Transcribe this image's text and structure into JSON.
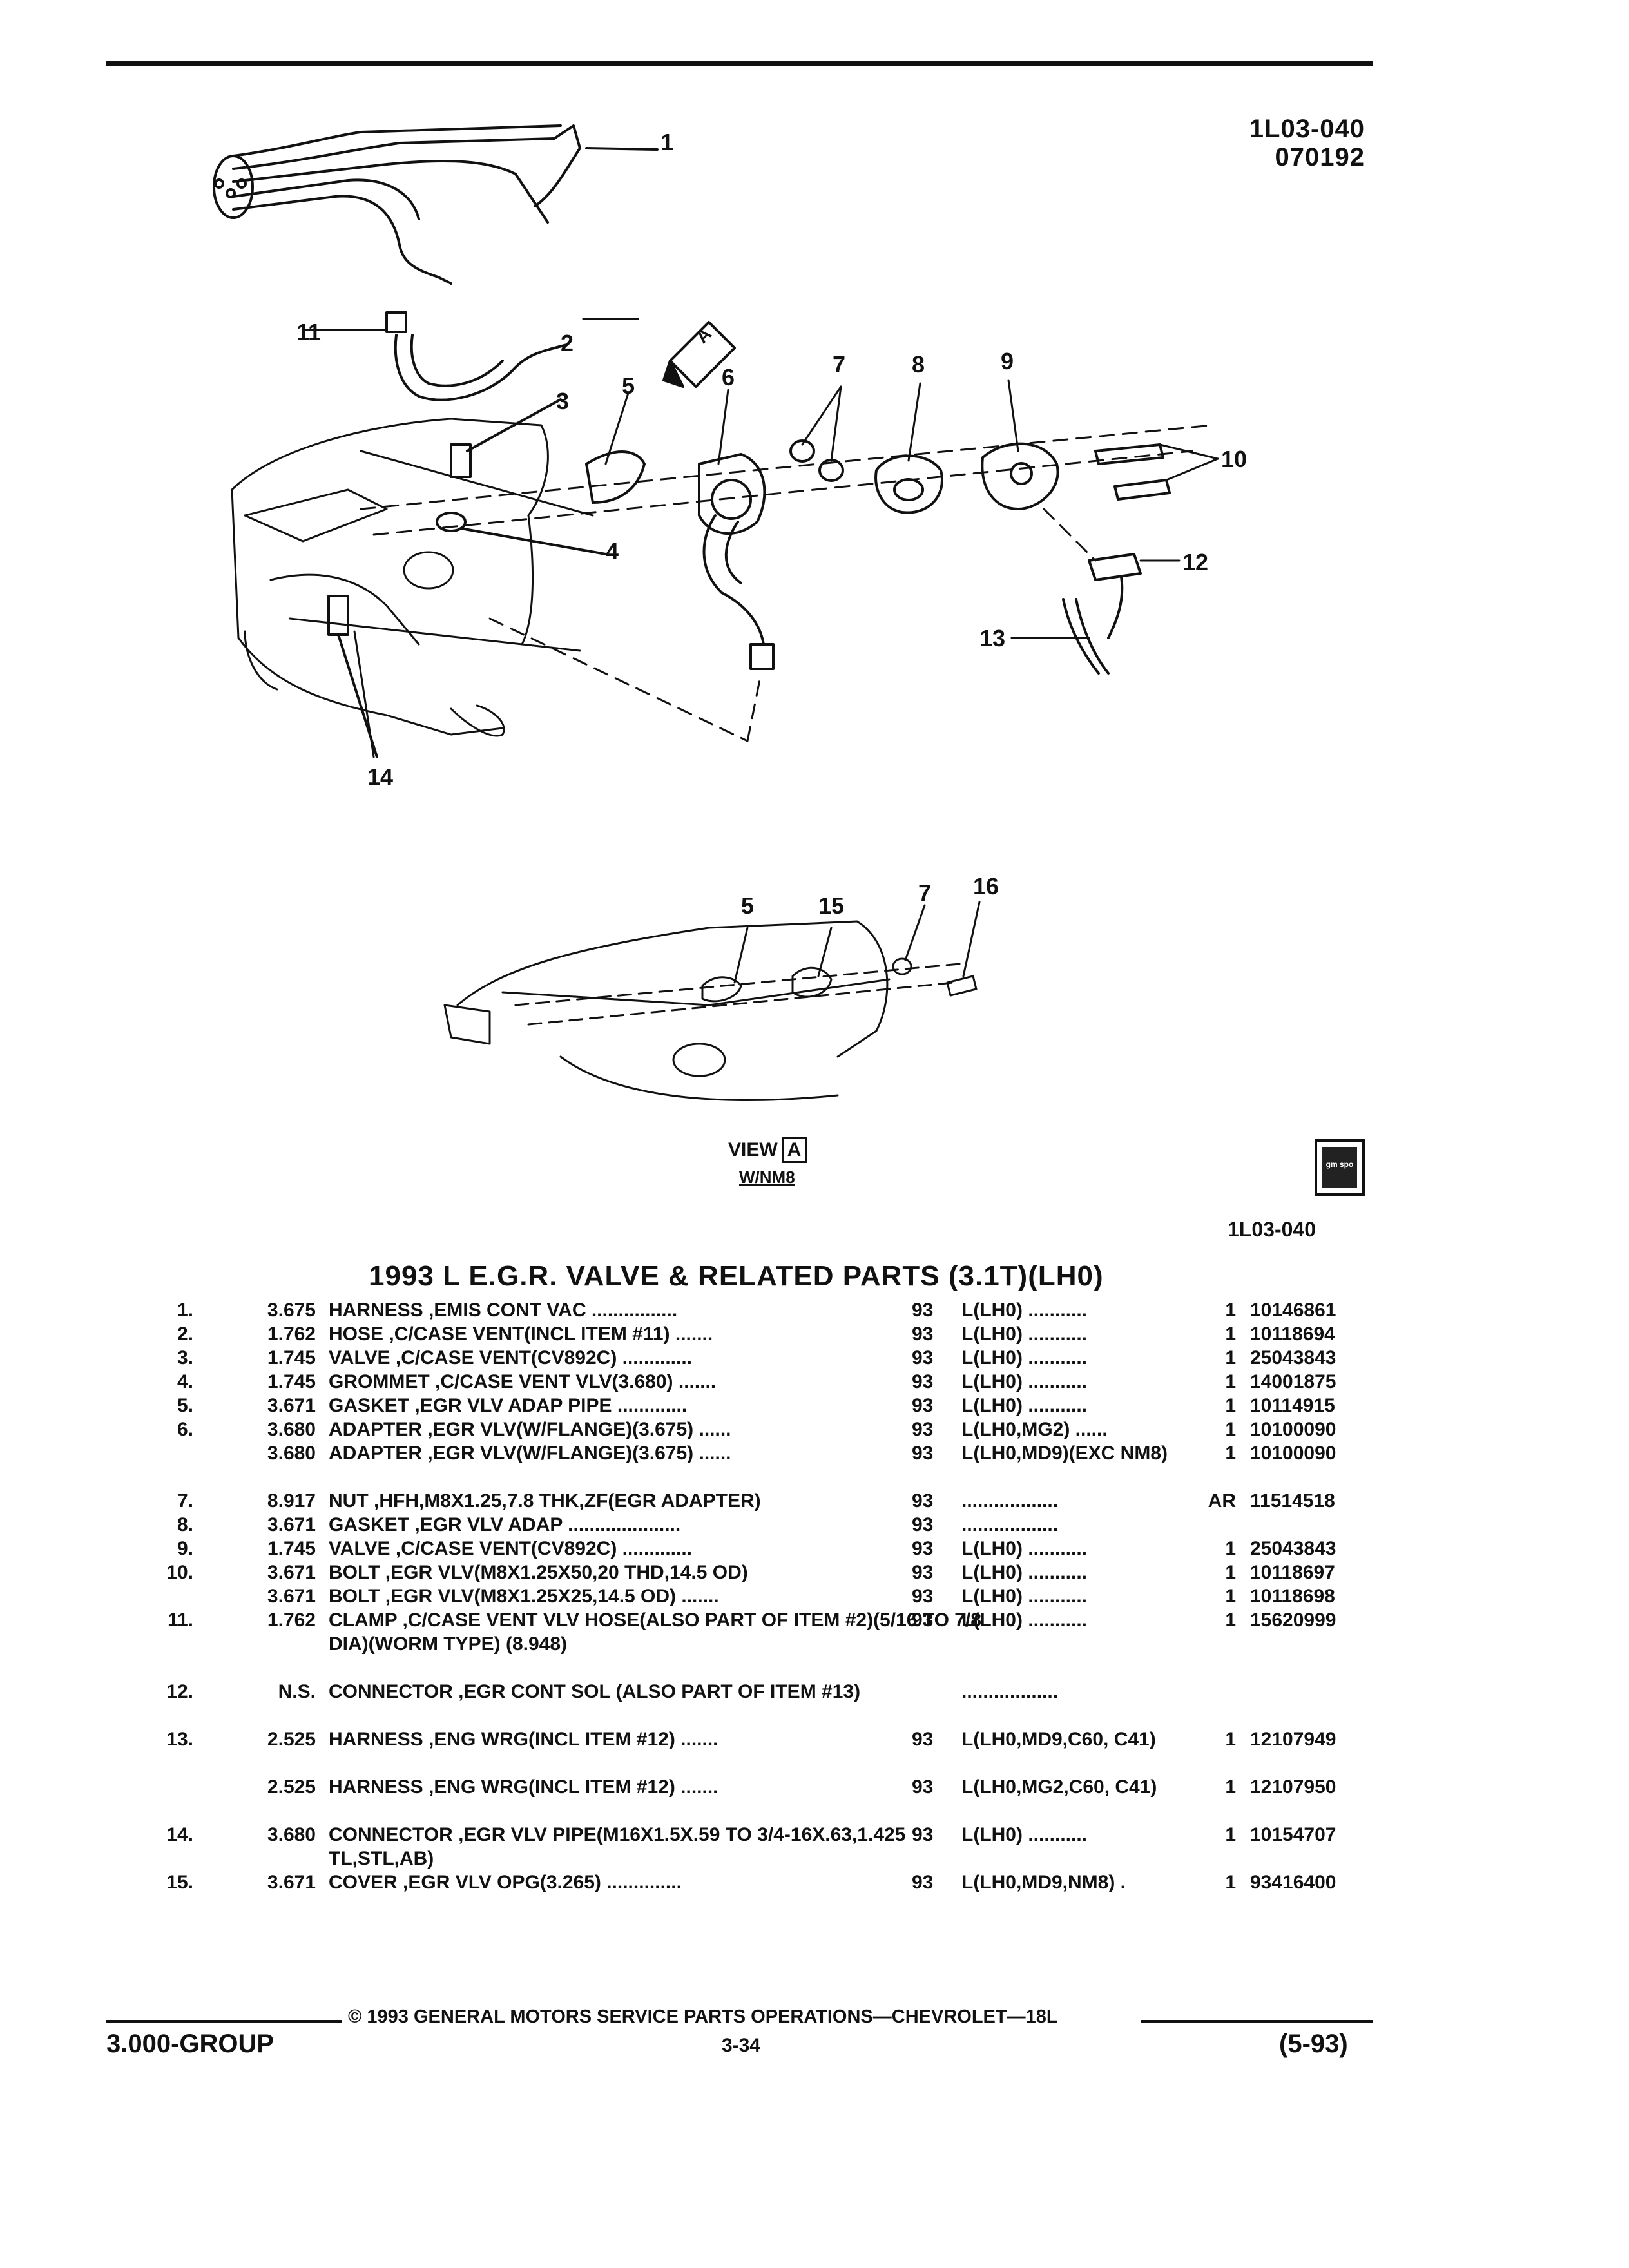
{
  "header": {
    "diagram_code": "1L03-040",
    "diagram_date": "070192"
  },
  "callouts": [
    "1",
    "2",
    "3",
    "4",
    "5",
    "6",
    "7",
    "8",
    "9",
    "10",
    "11",
    "12",
    "13",
    "14"
  ],
  "view_callouts": [
    "5",
    "15",
    "7",
    "16"
  ],
  "view": {
    "label": "VIEW",
    "letter": "A",
    "sub": "W/NM8",
    "arrow_letter": "A"
  },
  "logo": {
    "text": "gm spo",
    "icon": "gm-spo-logo-icon"
  },
  "page_ref": "1L03-040",
  "title": "1993 L E.G.R. VALVE & RELATED PARTS (3.1T)(LH0)",
  "rows": [
    {
      "num": "1.",
      "grp": "3.675",
      "desc": "HARNESS ,EMIS CONT VAC ................",
      "yr": "93",
      "model": "L(LH0) ...........",
      "qty": "1",
      "part": "10146861"
    },
    {
      "num": "2.",
      "grp": "1.762",
      "desc": "HOSE ,C/CASE VENT(INCL ITEM #11) .......",
      "yr": "93",
      "model": "L(LH0) ...........",
      "qty": "1",
      "part": "10118694"
    },
    {
      "num": "3.",
      "grp": "1.745",
      "desc": "VALVE ,C/CASE VENT(CV892C) .............",
      "yr": "93",
      "model": "L(LH0) ...........",
      "qty": "1",
      "part": "25043843"
    },
    {
      "num": "4.",
      "grp": "1.745",
      "desc": "GROMMET ,C/CASE VENT VLV(3.680) .......",
      "yr": "93",
      "model": "L(LH0) ...........",
      "qty": "1",
      "part": "14001875"
    },
    {
      "num": "5.",
      "grp": "3.671",
      "desc": "GASKET ,EGR VLV ADAP PIPE .............",
      "yr": "93",
      "model": "L(LH0) ...........",
      "qty": "1",
      "part": "10114915"
    },
    {
      "num": "6.",
      "grp": "3.680",
      "desc": "ADAPTER ,EGR VLV(W/FLANGE)(3.675) ......",
      "yr": "93",
      "model": "L(LH0,MG2) ......",
      "qty": "1",
      "part": "10100090"
    },
    {
      "num": "",
      "grp": "3.680",
      "desc": "ADAPTER ,EGR VLV(W/FLANGE)(3.675) ......",
      "yr": "93",
      "model": "L(LH0,MD9)(EXC NM8)",
      "qty": "1",
      "part": "10100090",
      "lines": 2
    },
    {
      "num": "7.",
      "grp": "8.917",
      "desc": "NUT ,HFH,M8X1.25,7.8 THK,ZF(EGR ADAPTER)",
      "yr": "93",
      "model": "..................",
      "qty": "AR",
      "part": "11514518"
    },
    {
      "num": "8.",
      "grp": "3.671",
      "desc": "GASKET ,EGR VLV ADAP .....................",
      "yr": "93",
      "model": "..................",
      "qty": "",
      "part": ""
    },
    {
      "num": "9.",
      "grp": "1.745",
      "desc": "VALVE ,C/CASE VENT(CV892C) .............",
      "yr": "93",
      "model": "L(LH0) ...........",
      "qty": "1",
      "part": "25043843"
    },
    {
      "num": "10.",
      "grp": "3.671",
      "desc": "BOLT ,EGR VLV(M8X1.25X50,20 THD,14.5 OD)",
      "yr": "93",
      "model": "L(LH0) ...........",
      "qty": "1",
      "part": "10118697"
    },
    {
      "num": "",
      "grp": "3.671",
      "desc": "BOLT ,EGR VLV(M8X1.25X25,14.5 OD) .......",
      "yr": "93",
      "model": "L(LH0) ...........",
      "qty": "1",
      "part": "10118698"
    },
    {
      "num": "11.",
      "grp": "1.762",
      "desc": "CLAMP ,C/CASE VENT VLV HOSE(ALSO PART OF ITEM #2)(5/16 TO 7/8 DIA)(WORM TYPE) (8.948)",
      "yr": "93",
      "model": "L(LH0) ...........",
      "qty": "1",
      "part": "15620999",
      "lines": 3
    },
    {
      "num": "12.",
      "grp": "N.S.",
      "desc": "CONNECTOR ,EGR CONT SOL (ALSO PART OF ITEM #13)",
      "yr": "",
      "model": "..................",
      "qty": "",
      "part": "",
      "lines": 2
    },
    {
      "num": "13.",
      "grp": "2.525",
      "desc": "HARNESS ,ENG WRG(INCL ITEM #12) .......",
      "yr": "93",
      "model": "L(LH0,MD9,C60, C41)",
      "qty": "1",
      "part": "12107949",
      "lines": 2
    },
    {
      "num": "",
      "grp": "2.525",
      "desc": "HARNESS ,ENG WRG(INCL ITEM #12) .......",
      "yr": "93",
      "model": "L(LH0,MG2,C60, C41)",
      "qty": "1",
      "part": "12107950",
      "lines": 2
    },
    {
      "num": "14.",
      "grp": "3.680",
      "desc": "CONNECTOR ,EGR VLV PIPE(M16X1.5X.59 TO 3/4-16X.63,1.425 TL,STL,AB)",
      "yr": "93",
      "model": "L(LH0) ...........",
      "qty": "1",
      "part": "10154707",
      "lines": 2
    },
    {
      "num": "15.",
      "grp": "3.671",
      "desc": "COVER ,EGR VLV OPG(3.265) ..............",
      "yr": "93",
      "model": "L(LH0,MD9,NM8) .",
      "qty": "1",
      "part": "93416400"
    }
  ],
  "footer": {
    "copyright": "© 1993 GENERAL MOTORS SERVICE PARTS OPERATIONS—CHEVROLET—18L",
    "group": "3.000-GROUP",
    "page": "3-34",
    "edition": "(5-93)"
  }
}
